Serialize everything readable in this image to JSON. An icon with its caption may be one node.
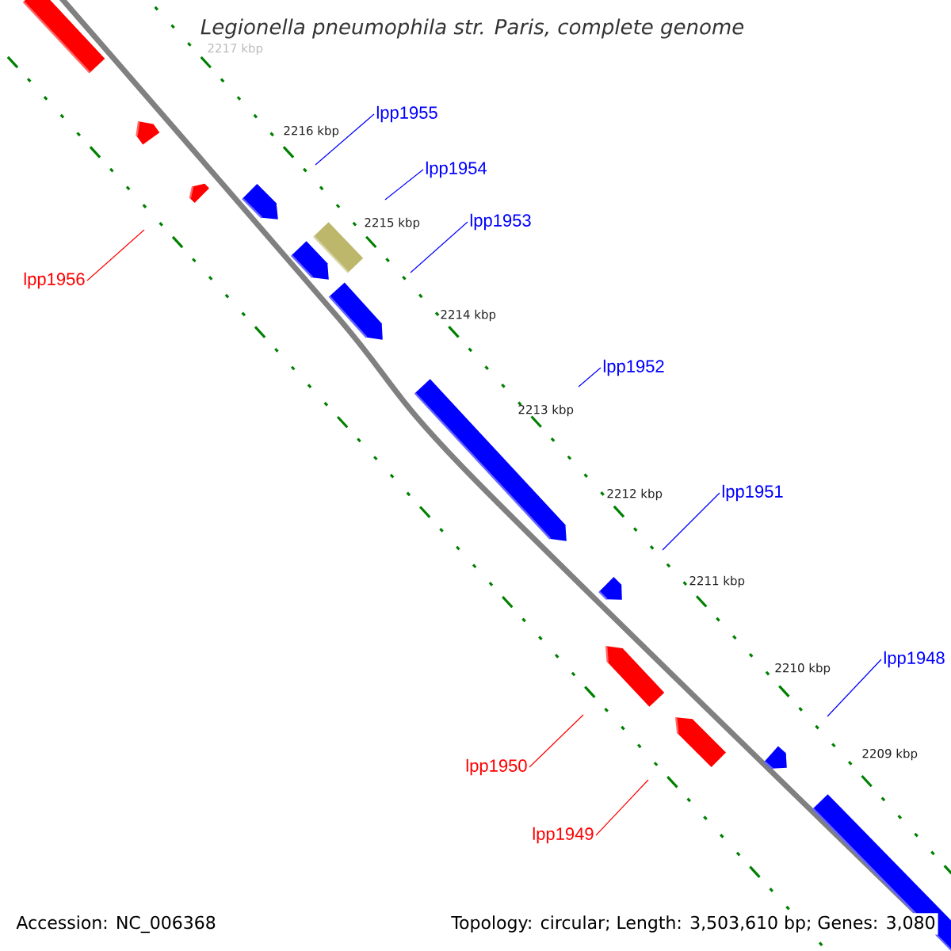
{
  "diagram": {
    "title": "Legionella pneumophila str. Paris, complete genome",
    "nodes": [
      {
        "text": [],
        "shape": "box"
      },
      {
        "text": [],
        "shape": "arrow"
      },
      {
        "text": [],
        "shape": "arrow"
      },
      {
        "text": [],
        "shape": "arrow"
      },
      {
        "text": [],
        "shape": "box"
      },
      {
        "text": [],
        "shape": "arrow"
      },
      {
        "text": [],
        "shape": "arrow"
      },
      {
        "text": [],
        "shape": "arrow"
      },
      {
        "text": [],
        "shape": "arrow"
      },
      {
        "text": [],
        "shape": "arrow"
      },
      {
        "text": [],
        "shape": "arrow"
      },
      {
        "text": [],
        "shape": "arrow"
      },
      {
        "text": [],
        "shape": "box"
      },
      {
        "text": [
          "lpp1955"
        ]
      },
      {
        "text": [
          "lpp1954"
        ]
      },
      {
        "text": [
          "lpp1953"
        ]
      },
      {
        "text": [
          "lpp1956"
        ]
      },
      {
        "text": [
          "lpp1952"
        ]
      },
      {
        "text": [
          "lpp1951"
        ]
      },
      {
        "text": [
          "lpp1948"
        ]
      },
      {
        "text": [
          "lpp1950"
        ]
      },
      {
        "text": [
          "lpp1949"
        ]
      }
    ],
    "edges": [
      {
        "from": 13,
        "to": null,
        "arrow": "none"
      },
      {
        "from": 14,
        "to": null,
        "arrow": "none"
      },
      {
        "from": 15,
        "to": null,
        "arrow": "none"
      },
      {
        "from": 16,
        "to": null,
        "arrow": "none",
        "color": "#ff0000"
      },
      {
        "from": 17,
        "to": null,
        "arrow": "none"
      },
      {
        "from": 18,
        "to": null,
        "arrow": "none"
      },
      {
        "from": 19,
        "to": null,
        "arrow": "none"
      },
      {
        "from": 20,
        "to": null,
        "arrow": "none",
        "color": "#ff0000"
      },
      {
        "from": 21,
        "to": null,
        "arrow": "none",
        "color": "#ff0000"
      }
    ],
    "labels": [
      "2217 kbp",
      "2216 kbp",
      "2215 kbp",
      "2214 kbp",
      "2213 kbp",
      "2212 kbp",
      "2211 kbp",
      "2210 kbp",
      "2209 kbp",
      "Accession: NC_006368",
      "Topology: circular; Length: 3,503,610 bp; Genes: 3,080"
    ]
  }
}
